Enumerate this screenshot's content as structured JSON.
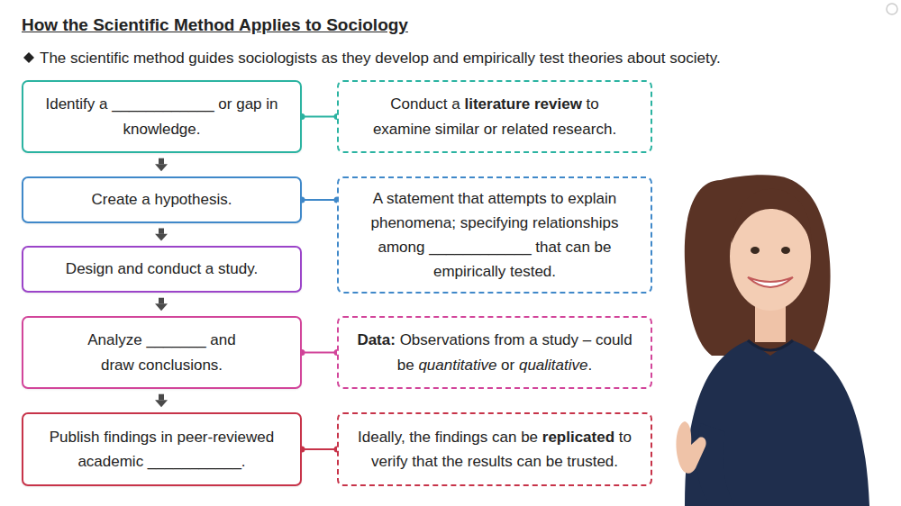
{
  "diagram": {
    "title": "How the Scientific Method Applies to Sociology",
    "nodes": [
      {
        "text": [
          "Identify a ____________ or gap in knowledge."
        ]
      },
      {
        "text": [
          "Conduct a literature review to examine similar or related research."
        ]
      },
      {
        "text": [
          "Create a hypothesis."
        ]
      },
      {
        "text": [
          "A statement that attempts to explain phenomena; specifying relationships among ____________ that can be empirically tested."
        ]
      },
      {
        "text": [
          "Design and conduct a study."
        ]
      },
      {
        "text": [
          "Analyze _______ and draw conclusions."
        ]
      },
      {
        "text": [
          "Data: Observations from a study – could be quantitative or qualitative."
        ]
      },
      {
        "text": [
          "Publish findings in peer-reviewed academic ___________."
        ]
      },
      {
        "text": [
          "Ideally, the findings can be replicated to verify that the results can be trusted."
        ]
      }
    ],
    "edges": [
      {
        "from": 0,
        "to": 1,
        "arrow": "none"
      },
      {
        "from": 0,
        "to": 2,
        "arrow": "to"
      },
      {
        "from": 2,
        "to": 3,
        "arrow": "none"
      },
      {
        "from": 2,
        "to": 4,
        "arrow": "to"
      },
      {
        "from": 4,
        "to": 5,
        "arrow": "to"
      },
      {
        "from": 5,
        "to": 6,
        "arrow": "none"
      },
      {
        "from": 5,
        "to": 7,
        "arrow": "to"
      },
      {
        "from": 7,
        "to": 8,
        "arrow": "none"
      }
    ],
    "labels": [
      "The scientific method guides sociologists as they develop and empirically test theories about society."
    ]
  }
}
